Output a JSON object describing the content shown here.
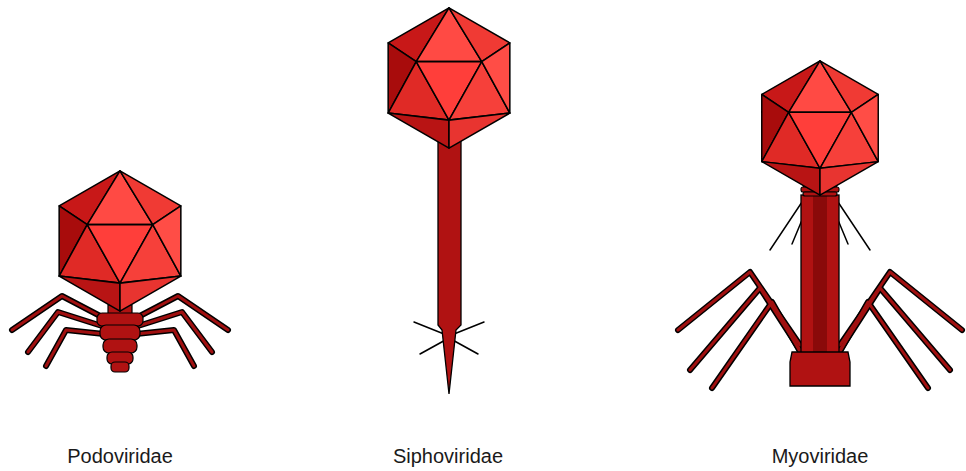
{
  "diagram": {
    "labels": [
      "Podoviridae",
      "Siphoviridae",
      "Myoviridae"
    ]
  }
}
